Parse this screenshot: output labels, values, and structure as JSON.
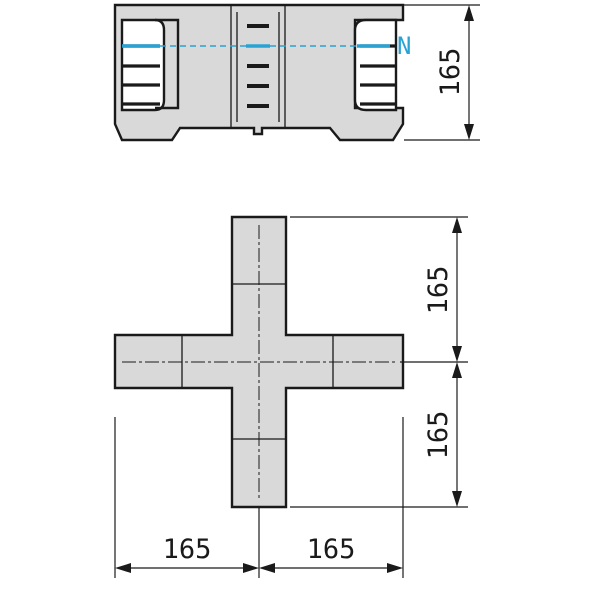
{
  "side_view": {
    "neutral_label": "N",
    "height_dim": "165"
  },
  "top_view": {
    "upper_arm_dim": "165",
    "lower_arm_dim": "165",
    "left_arm_dim": "165",
    "right_arm_dim": "165"
  },
  "colors": {
    "part_fill": "#d9d9d9",
    "outline": "#1a1a1a",
    "neutral_axis": "#29a3d4"
  }
}
